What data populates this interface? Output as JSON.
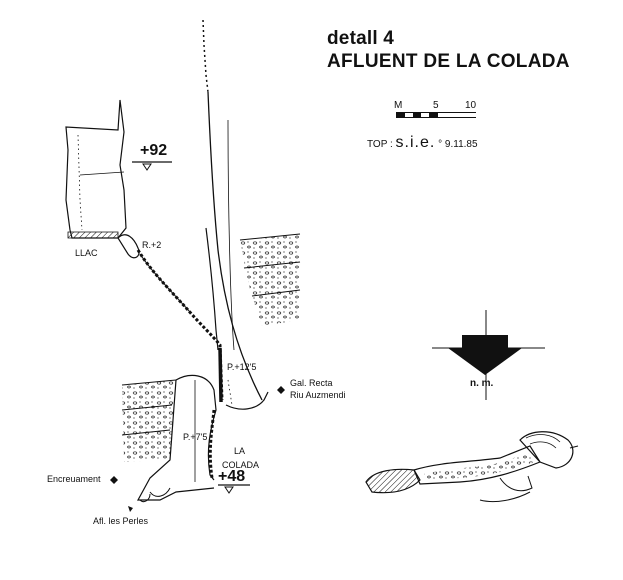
{
  "title": {
    "line1": "detall 4",
    "line2": "AFLUENT DE LA COLADA"
  },
  "scale": {
    "start": "M",
    "mid": "5",
    "end": "10"
  },
  "topo": {
    "prefix": "TOP :",
    "team": "s.i.e.",
    "date": "9.11.85"
  },
  "labels": {
    "level_top": "+92",
    "lake": "LLAC",
    "r2": "R.+2",
    "p12": "P.+12'5",
    "p7": "P.+7'5",
    "gal_recta": "Gal. Recta",
    "riu": "Riu Auzmendi",
    "la": "LA",
    "colada": "COLADA",
    "level_bottom": "+48",
    "encreuament": "Encreuament",
    "afl_perles": "Afl. les Perles"
  },
  "north": {
    "label": "n. m."
  },
  "colors": {
    "ink": "#111111",
    "paper": "#ffffff"
  }
}
